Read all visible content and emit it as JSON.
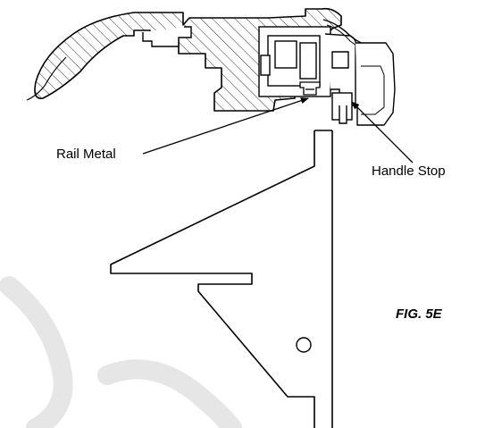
{
  "callouts": {
    "rail_metal": "Rail Metal",
    "handle_stop": "Handle Stop"
  },
  "figure": {
    "label": "FIG. 5E"
  },
  "colors": {
    "ink": "#000000",
    "watermark": "#e6e6e6"
  }
}
